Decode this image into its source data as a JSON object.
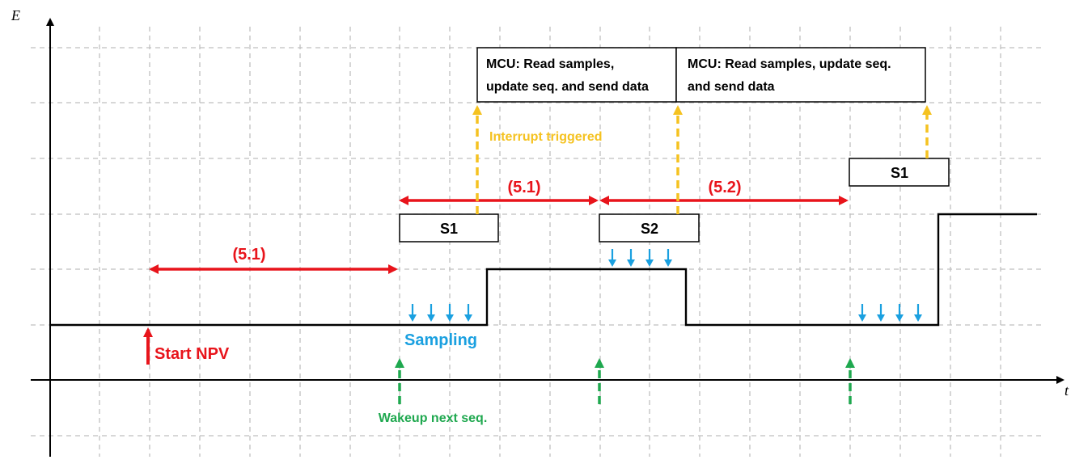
{
  "axes": {
    "y_label": "E",
    "x_label": "t"
  },
  "labels": {
    "start_npv": "Start NPV",
    "sampling": "Sampling",
    "wakeup": "Wakeup next seq.",
    "interrupt": "Interrupt triggered",
    "interval_a": "(5.1)",
    "interval_b": "(5.1)",
    "interval_c": "(5.2)"
  },
  "boxes": {
    "s1_first": "S1",
    "s2": "S2",
    "s1_second": "S1",
    "mcu1_line1": "MCU: Read samples,",
    "mcu1_line2": "update seq. and send data",
    "mcu2_line1": "MCU: Read samples, update seq.",
    "mcu2_line2": "and send data"
  },
  "colors": {
    "red": "#e8141b",
    "blue": "#1aa0e0",
    "green": "#1fa84f",
    "yellow": "#f5c220",
    "grid": "#bfbfbf",
    "line": "#000000"
  }
}
